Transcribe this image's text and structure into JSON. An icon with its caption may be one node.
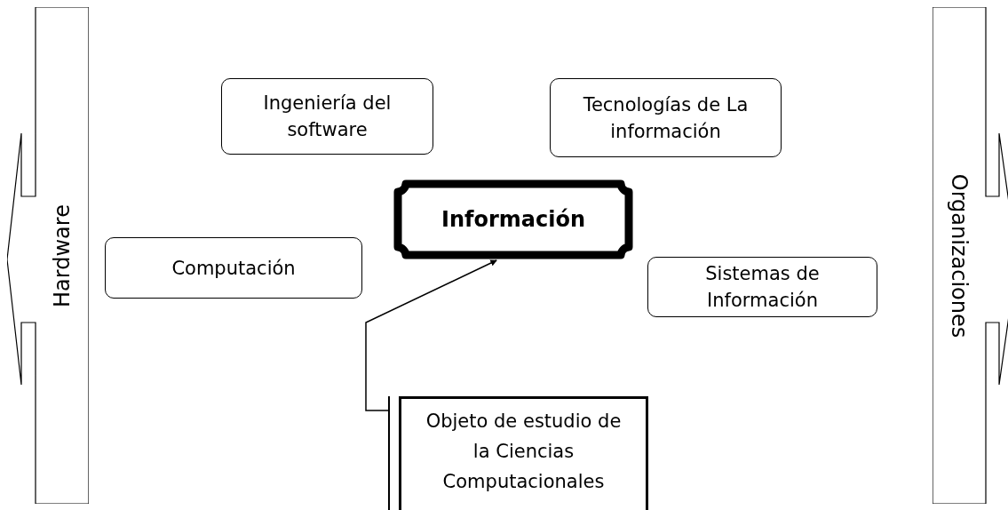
{
  "diagram": {
    "nodes": [
      {
        "text": [
          "Hardware"
        ]
      },
      {
        "text": [
          "Ingeniería del software"
        ]
      },
      {
        "text": [
          "Tecnologías de La información"
        ]
      },
      {
        "text": [
          "Información"
        ]
      },
      {
        "text": [
          "Computación"
        ]
      },
      {
        "text": [
          "Sistemas de Información"
        ]
      },
      {
        "text": [
          "Organizaciones"
        ]
      },
      {
        "text": [
          "Objeto de estudio de la Ciencias Computacionales"
        ]
      }
    ],
    "edges": [
      {
        "from": 7,
        "to": 3,
        "arrow": "to"
      }
    ]
  }
}
